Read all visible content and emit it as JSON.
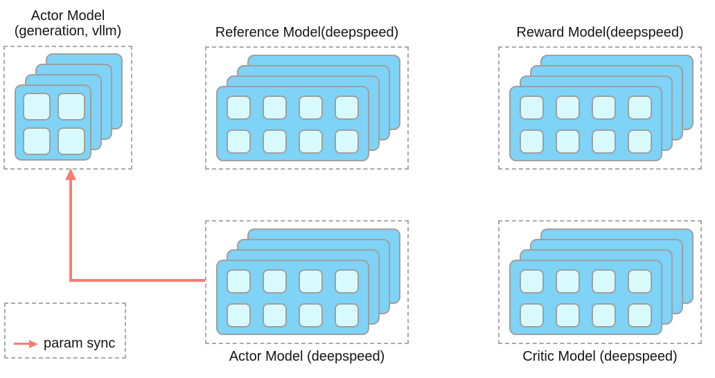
{
  "diagram": {
    "nodes": {
      "actor_vllm": {
        "title_line1": "Actor Model",
        "title_line2": "(generation, vllm)",
        "gpu_grid": "2x2",
        "stack_depth": 4
      },
      "reference": {
        "title": "Reference Model(deepspeed)",
        "gpu_grid": "4x2",
        "stack_depth": 4
      },
      "reward": {
        "title": "Reward Model(deepspeed)",
        "gpu_grid": "4x2",
        "stack_depth": 4
      },
      "actor_deepspeed": {
        "title": "Actor Model (deepspeed)",
        "gpu_grid": "4x2",
        "stack_depth": 4
      },
      "critic": {
        "title": "Critic Model (deepspeed)",
        "gpu_grid": "4x2",
        "stack_depth": 4
      }
    },
    "legend": {
      "label": "param sync"
    },
    "arrow": {
      "type": "param sync",
      "from": "actor_deepspeed",
      "to": "actor_vllm"
    },
    "colors": {
      "card_fill": "#7ed3f6",
      "cell_fill": "#d8fafc",
      "card_border": "#9f9f9f",
      "box_border": "#a9a9a9",
      "arrow": "#f87d73",
      "text": "#141414",
      "background": "#ffffff"
    }
  }
}
